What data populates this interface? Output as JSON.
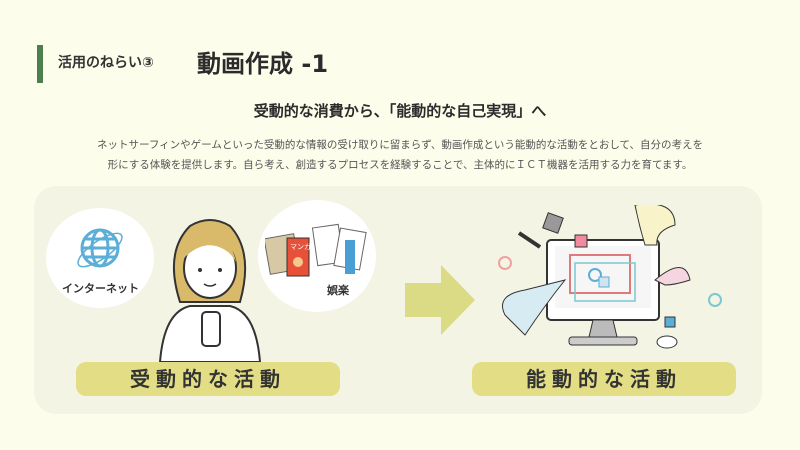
{
  "header": {
    "subtitle": "活用のねらい③",
    "title": "動画作成 -1"
  },
  "headline": "受動的な消費から、「能動的な自己実現」へ",
  "description": [
    "ネットサーフィンやゲームといった受動的な情報の受け取りに留まらず、動画作成という能動的な活動をとおして、自分の考えを",
    "形にする体験を提供します。自ら考え、創造するプロセスを経験することで、主体的にＩＣＴ機器を活用する力を育てます。"
  ],
  "left": {
    "bubble_internet": "インターネット",
    "bubble_entertainment": "娯楽",
    "manga_label": "マンガ",
    "label": "受動的な活動"
  },
  "right": {
    "label": "能動的な活動"
  },
  "colors": {
    "accent_bar": "#4e7e4e",
    "pill": "#e3de86",
    "arrow": "#dcdb85",
    "panel": "#f4f4e4"
  }
}
